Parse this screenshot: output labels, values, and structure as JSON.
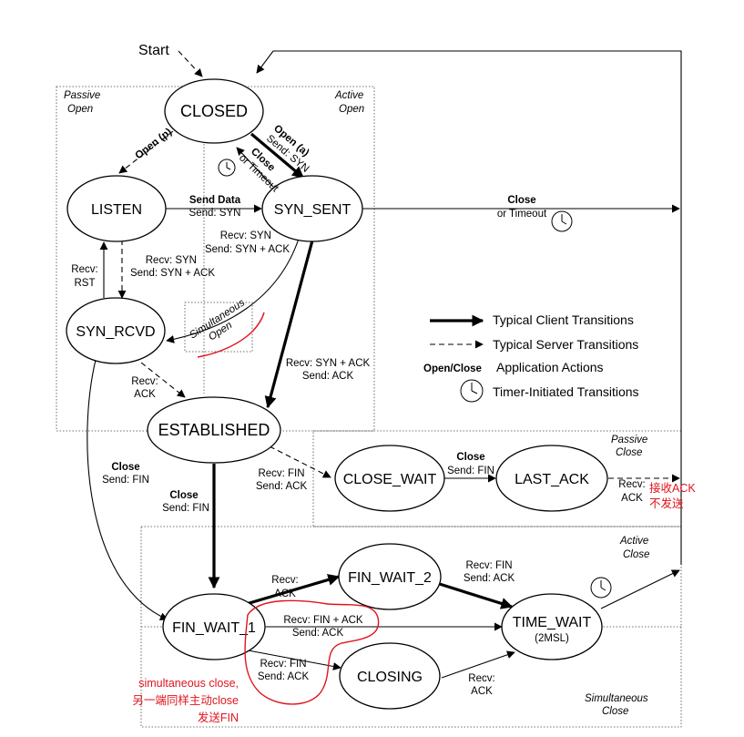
{
  "start_label": "Start",
  "states": {
    "closed": "CLOSED",
    "listen": "LISTEN",
    "syn_sent": "SYN_SENT",
    "syn_rcvd": "SYN_RCVD",
    "established": "ESTABLISHED",
    "close_wait": "CLOSE_WAIT",
    "last_ack": "LAST_ACK",
    "fin_wait_1": "FIN_WAIT_1",
    "fin_wait_2": "FIN_WAIT_2",
    "closing": "CLOSING",
    "time_wait": "TIME_WAIT",
    "time_wait_sub": "(2MSL)"
  },
  "regions": {
    "passive_open": [
      "Passive",
      "Open"
    ],
    "active_open": [
      "Active",
      "Open"
    ],
    "passive_close": [
      "Passive",
      "Close"
    ],
    "active_close": [
      "Active",
      "Close"
    ],
    "simultaneous_close": [
      "Simultaneous",
      "Close"
    ],
    "simultaneous_open": [
      "Simultaneous",
      "Open"
    ]
  },
  "transitions": {
    "open_p": "Open (p)",
    "open_a": "Open (a)",
    "open_a_send": "Send: SYN",
    "close_or_timeout_top": [
      "Close",
      "or Timeout"
    ],
    "send_data": "Send Data",
    "send_syn": "Send: SYN",
    "recv_syn_1": "Recv: SYN",
    "send_syn_ack_1": "Send: SYN + ACK",
    "recv_syn_2": "Recv: SYN",
    "send_syn_ack_2": "Send: SYN + ACK",
    "recv_rst": [
      "Recv:",
      "RST"
    ],
    "close_right": "Close",
    "or_timeout_right": "or Timeout",
    "recv_syn_ack": "Recv: SYN + ACK",
    "send_ack_1": "Send: ACK",
    "recv_ack_1": [
      "Recv:",
      "ACK"
    ],
    "close_send_fin_left": [
      "Close",
      "Send: FIN"
    ],
    "close_send_fin_mid": [
      "Close",
      "Send: FIN"
    ],
    "recv_fin_send_ack": [
      "Recv: FIN",
      "Send: ACK"
    ],
    "close_send_fin_cw": [
      "Close",
      "Send: FIN"
    ],
    "recv_ack_lastack": [
      "Recv:",
      "ACK"
    ],
    "recv_ack_fw1": [
      "Recv:",
      "ACK"
    ],
    "recv_fin_send_ack_fw2": [
      "Recv: FIN",
      "Send: ACK"
    ],
    "recv_fin_ack": [
      "Recv: FIN + ACK",
      "Send: ACK"
    ],
    "recv_fin_send_ack_closing": [
      "Recv: FIN",
      "Send: ACK"
    ],
    "recv_ack_closing": [
      "Recv:",
      "ACK"
    ]
  },
  "legend": {
    "client": "Typical Client Transitions",
    "server": "Typical Server Transitions",
    "app_key": "Open/Close",
    "app": "Application Actions",
    "timer": "Timer-Initiated Transitions"
  },
  "annotations": {
    "lastack_note": [
      "接收ACK",
      "不发送"
    ],
    "simul_close_note": [
      "simultaneous close,",
      "另一端同样主动close",
      "发送FIN"
    ]
  }
}
